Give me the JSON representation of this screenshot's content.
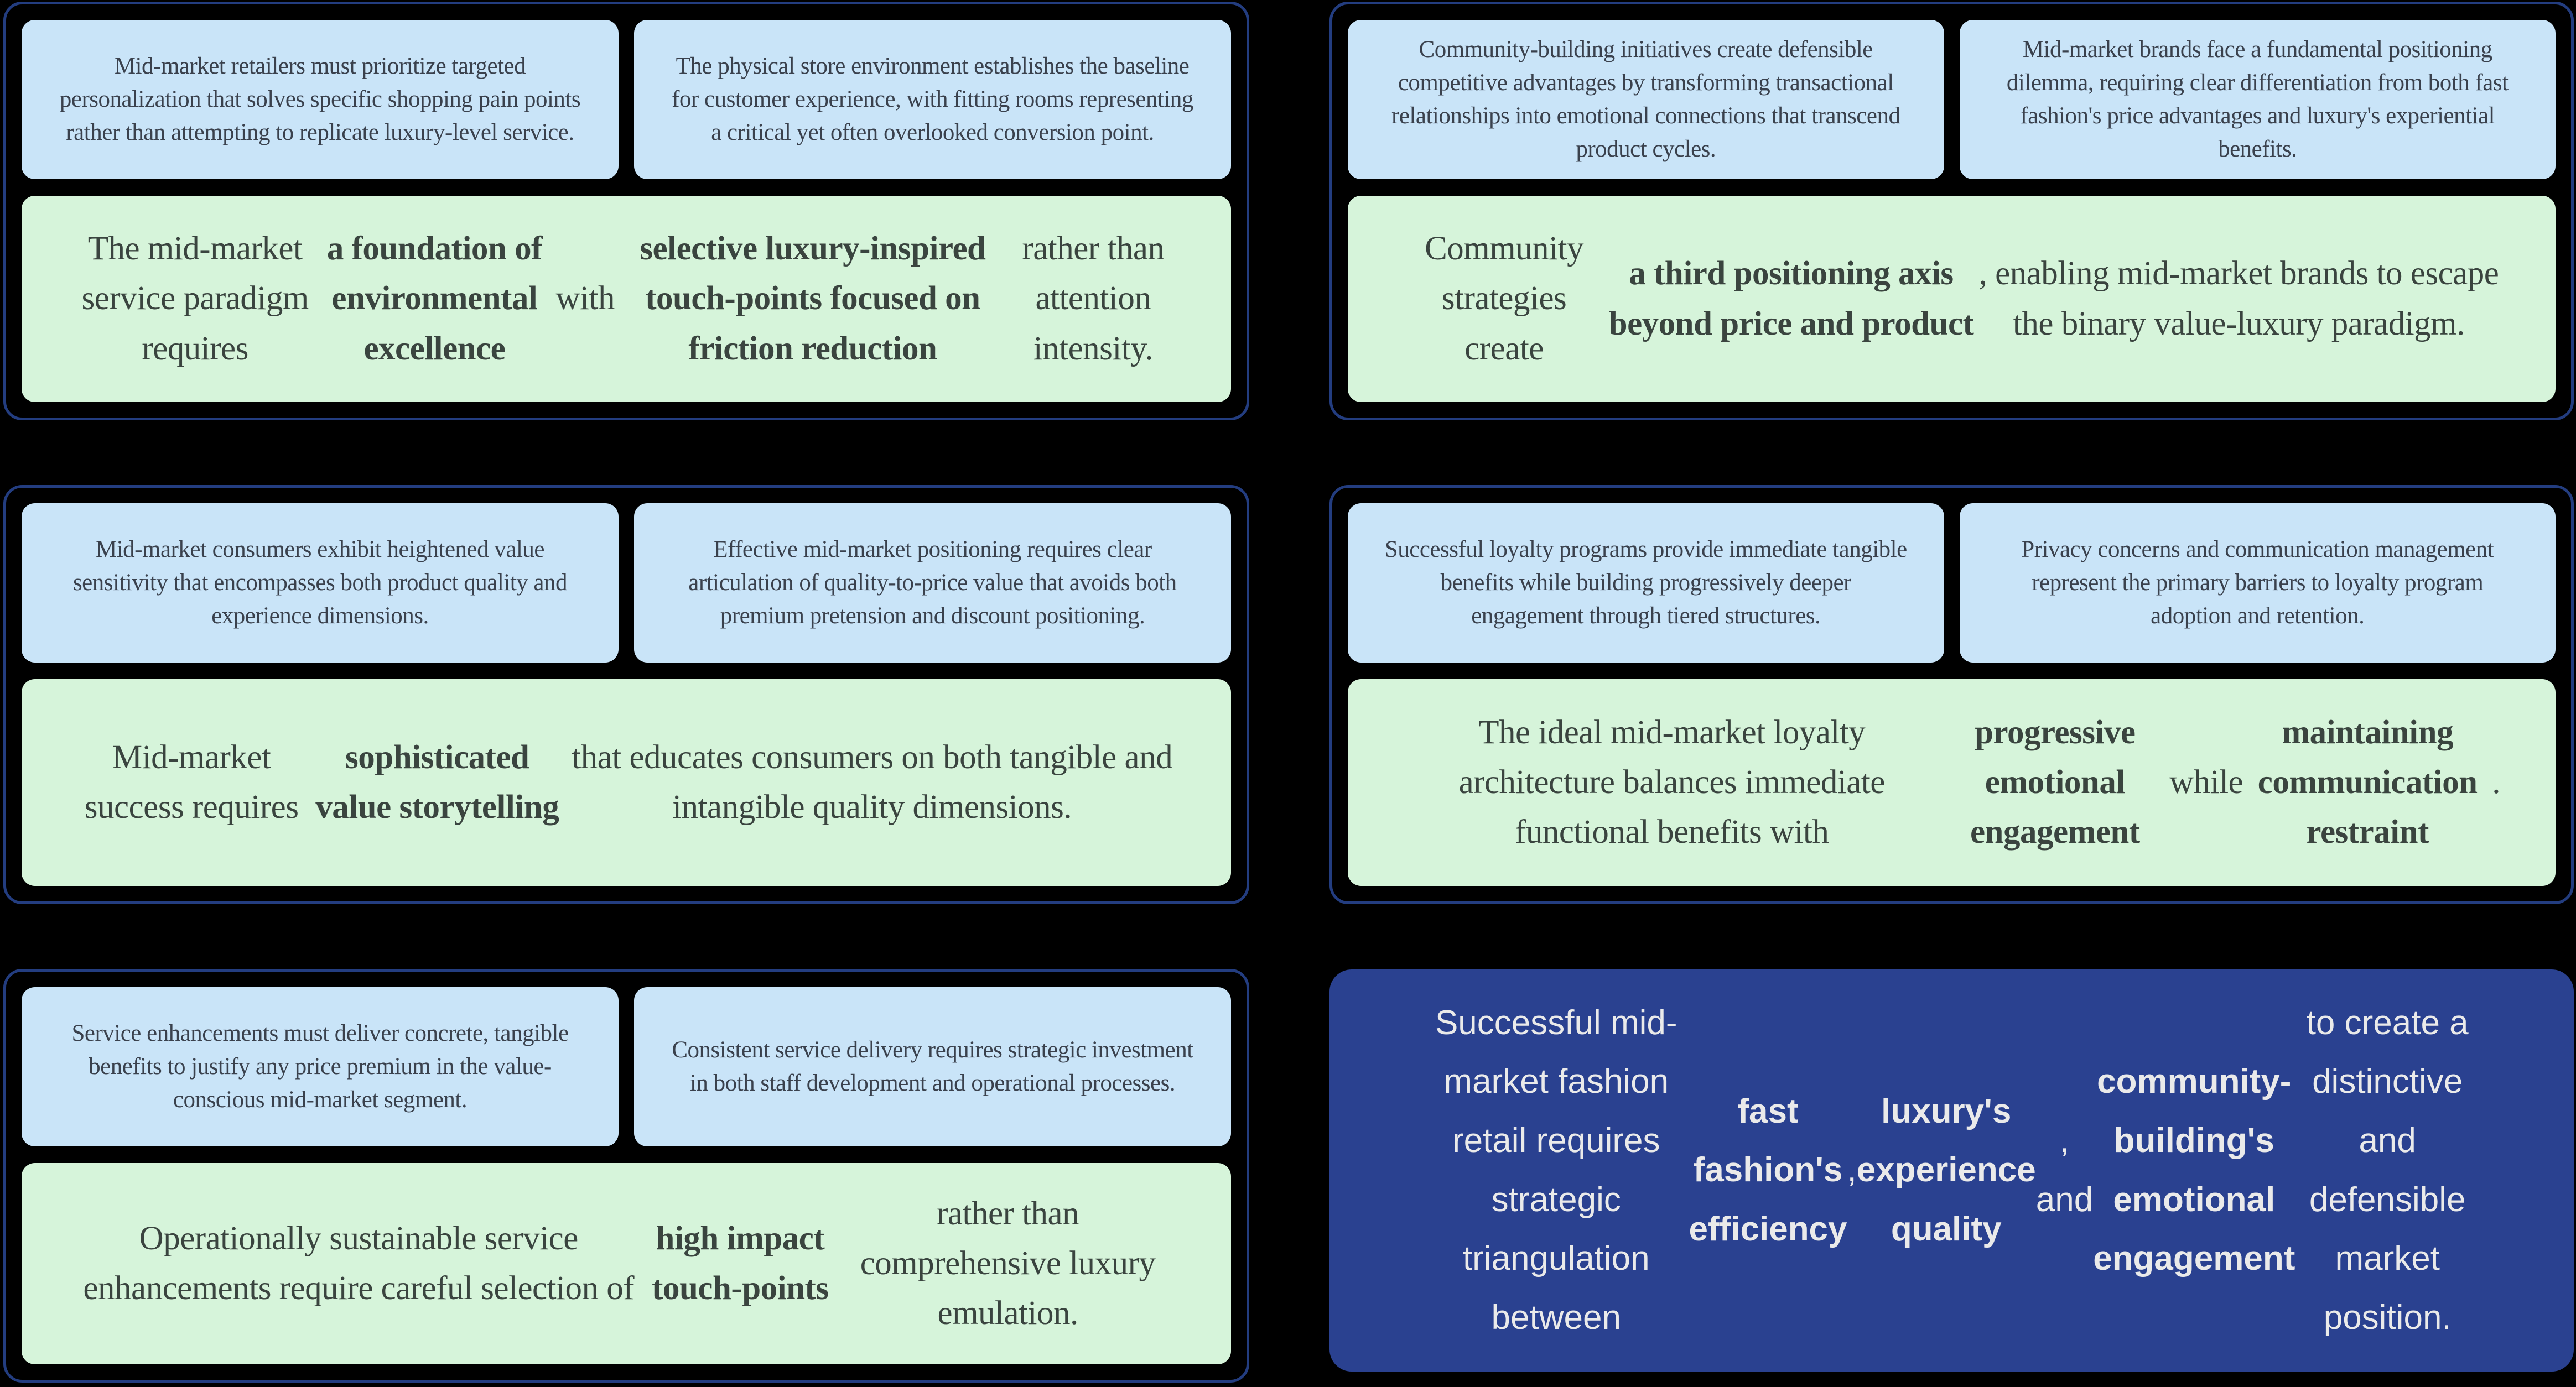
{
  "colors": {
    "background": "#000000",
    "panel_border": "#233d80",
    "premise_box_bg": "#c9e4f8",
    "conclusion_box_bg": "#d6f4da",
    "final_box_bg": "#2a4190",
    "premise_text": "#3a414d",
    "conclusion_text": "#3a443f",
    "final_text": "#eaeaea"
  },
  "panels": [
    {
      "premise_1": "Mid-market retailers must prioritize targeted personalization that solves specific shopping pain points rather than attempting to replicate luxury-level service.",
      "premise_2": "The physical store environment establishes the baseline for customer experience, with fitting rooms representing a critical yet often overlooked conversion point.",
      "conclusion": [
        {
          "t": "The mid-market service paradigm requires ",
          "b": false
        },
        {
          "t": "a foundation of environmental excellence",
          "b": true
        },
        {
          "t": " with ",
          "b": false
        },
        {
          "t": "selective luxury-inspired touch-points focused on friction reduction",
          "b": true
        },
        {
          "t": " rather than attention intensity.",
          "b": false
        }
      ]
    },
    {
      "premise_1": "Community-building initiatives create defensible competitive advantages by transforming transactional relationships into emotional connections that transcend product cycles.",
      "premise_2": "Mid-market brands face a fundamental positioning dilemma, requiring clear differentiation from both fast fashion's price advantages and luxury's experiential benefits.",
      "conclusion": [
        {
          "t": "Community strategies create ",
          "b": false
        },
        {
          "t": "a third positioning axis beyond price and product",
          "b": true
        },
        {
          "t": ", enabling mid-market brands to escape the binary value-luxury paradigm.",
          "b": false
        }
      ]
    },
    {
      "premise_1": "Mid-market consumers exhibit heightened value sensitivity that encompasses both product quality and experience dimensions.",
      "premise_2": "Effective mid-market positioning requires clear articulation of quality-to-price value that avoids both premium pretension and discount positioning.",
      "conclusion": [
        {
          "t": "Mid-market success requires ",
          "b": false
        },
        {
          "t": "sophisticated value storytelling",
          "b": true
        },
        {
          "t": " that educates consumers on both tangible and intangible quality dimensions.",
          "b": false
        }
      ]
    },
    {
      "premise_1": "Successful loyalty programs provide immediate tangible benefits while building progressively deeper engagement through tiered structures.",
      "premise_2": "Privacy concerns and communication management represent the primary barriers to loyalty program adoption and retention.",
      "conclusion": [
        {
          "t": "The ideal mid-market loyalty architecture balances immediate functional benefits with ",
          "b": false
        },
        {
          "t": "progressive emotional engagement",
          "b": true
        },
        {
          "t": " while ",
          "b": false
        },
        {
          "t": "maintaining communication restraint",
          "b": true
        },
        {
          "t": ".",
          "b": false
        }
      ]
    },
    {
      "premise_1": "Service enhancements must deliver concrete, tangible benefits to justify any price premium in the value-conscious mid-market segment.",
      "premise_2": "Consistent service delivery requires strategic investment in both staff development and operational processes.",
      "conclusion": [
        {
          "t": "Operationally sustainable service enhancements require careful selection of ",
          "b": false
        },
        {
          "t": "high impact touch-points",
          "b": true
        },
        {
          "t": " rather than comprehensive luxury emulation.",
          "b": false
        }
      ]
    }
  ],
  "final": {
    "text": [
      {
        "t": "Successful mid-market fashion retail requires strategic triangulation between ",
        "b": false
      },
      {
        "t": "fast fashion's efficiency",
        "b": true
      },
      {
        "t": ", ",
        "b": false
      },
      {
        "t": "luxury's experience quality",
        "b": true
      },
      {
        "t": ", and ",
        "b": false
      },
      {
        "t": "community-building's emotional engagement",
        "b": true
      },
      {
        "t": " to create a distinctive and defensible market position.",
        "b": false
      }
    ]
  }
}
